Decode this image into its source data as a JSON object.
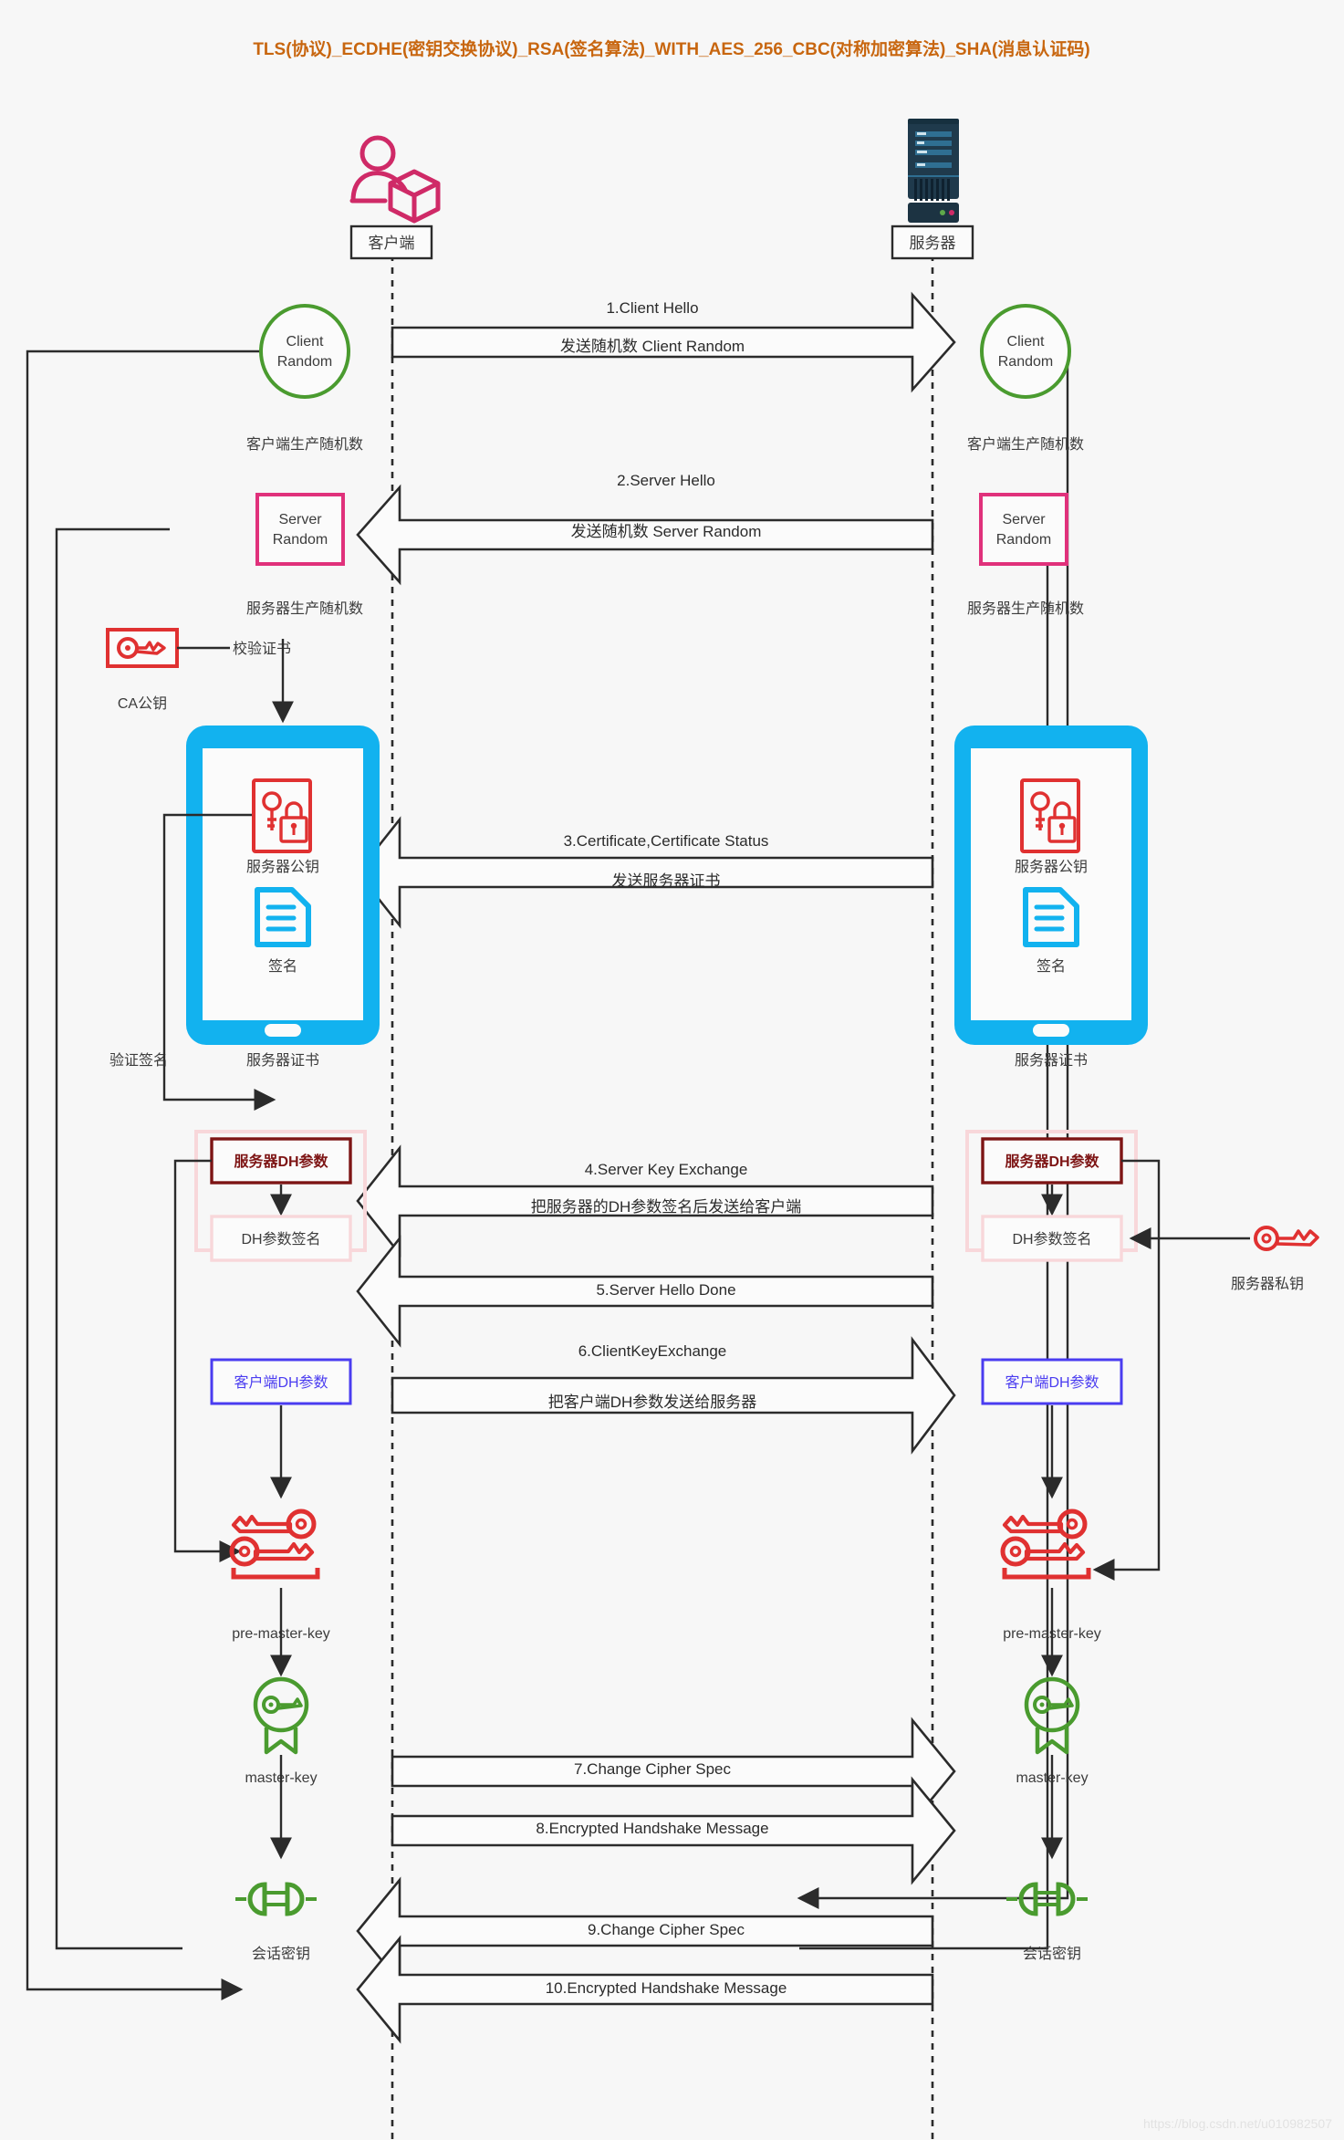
{
  "title": "TLS(协议)_ECDHE(密钥交换协议)_RSA(签名算法)_WITH_AES_256_CBC(对称加密算法)_SHA(消息认证码)",
  "watermark": "https://blog.csdn.net/u010982507",
  "actors": {
    "client": {
      "label": "客户端",
      "icon": "user-box-icon"
    },
    "server": {
      "label": "服务器",
      "icon": "server-rack-icon"
    }
  },
  "colors": {
    "title": "#c8660f",
    "green": "#4a9b2f",
    "pink": "#e0317b",
    "red": "#e03131",
    "darkred": "#7d1414",
    "cyan": "#12b2ef",
    "blue": "#4a3cf0",
    "pinkpale": "#f8d7da",
    "line": "#2b2b2b",
    "bg": "#f7f7f7"
  },
  "messages": [
    {
      "n": "1",
      "title": "1.Client Hello",
      "sub": "发送随机数 Client Random",
      "dir": "right"
    },
    {
      "n": "2",
      "title": "2.Server Hello",
      "sub": "发送随机数 Server Random",
      "dir": "left"
    },
    {
      "n": "3",
      "title": "3.Certificate,Certificate Status",
      "sub": "发送服务器证书",
      "dir": "left"
    },
    {
      "n": "4",
      "title": "4.Server Key Exchange",
      "sub": "把服务器的DH参数签名后发送给客户端",
      "dir": "left"
    },
    {
      "n": "5",
      "title": "5.Server Hello Done",
      "sub": "",
      "dir": "left"
    },
    {
      "n": "6",
      "title": "6.ClientKeyExchange",
      "sub": "把客户端DH参数发送给服务器",
      "dir": "right"
    },
    {
      "n": "7",
      "title": "7.Change Cipher Spec",
      "sub": "",
      "dir": "right"
    },
    {
      "n": "8",
      "title": "8.Encrypted Handshake Message",
      "sub": "",
      "dir": "right"
    },
    {
      "n": "9",
      "title": "9.Change Cipher Spec",
      "sub": "",
      "dir": "left"
    },
    {
      "n": "10",
      "title": "10.Encrypted Handshake Message",
      "sub": "",
      "dir": "left"
    }
  ],
  "client_side": {
    "client_random": {
      "text1": "Client",
      "text2": "Random",
      "caption": "客户端生产随机数",
      "shape": "ellipse-green"
    },
    "server_random": {
      "text1": "Server",
      "text2": "Random",
      "caption": "服务器生产随机数",
      "shape": "rect-pink"
    },
    "ca_key": {
      "caption": "CA公钥",
      "edge_label": "校验证书",
      "icon": "key-in-box-icon"
    },
    "certificate": {
      "pubkey_label": "服务器公钥",
      "sign_label": "签名",
      "caption": "服务器证书",
      "verify_label": "验证签名"
    },
    "dh": {
      "server_param": "服务器DH参数",
      "param_sign": "DH参数签名"
    },
    "client_dh": "客户端DH参数",
    "premaster": {
      "caption": "pre-master-key",
      "icon": "double-key-icon"
    },
    "master": {
      "caption": "master-key",
      "icon": "key-badge-icon"
    },
    "session": {
      "caption": "会话密钥",
      "icon": "plug-connector-icon"
    }
  },
  "server_side": {
    "client_random": {
      "text1": "Client",
      "text2": "Random",
      "caption": "客户端生产随机数",
      "shape": "ellipse-green"
    },
    "server_random": {
      "text1": "Server",
      "text2": "Random",
      "caption": "服务器生产随机数",
      "shape": "rect-pink"
    },
    "certificate": {
      "pubkey_label": "服务器公钥",
      "sign_label": "签名",
      "caption": "服务器证书"
    },
    "dh": {
      "server_param": "服务器DH参数",
      "param_sign": "DH参数签名"
    },
    "client_dh": "客户端DH参数",
    "private_key": {
      "caption": "服务器私钥",
      "icon": "key-outline-icon"
    },
    "premaster": {
      "caption": "pre-master-key",
      "icon": "double-key-icon"
    },
    "master": {
      "caption": "master-key",
      "icon": "key-badge-icon"
    },
    "session": {
      "caption": "会话密钥",
      "icon": "plug-connector-icon"
    }
  }
}
